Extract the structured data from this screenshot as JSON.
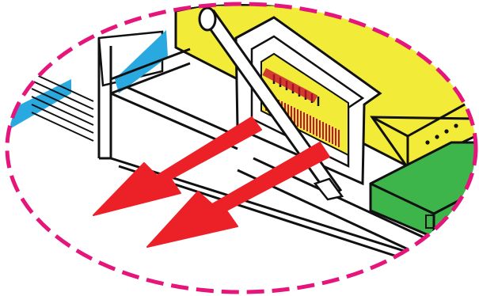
{
  "illustration": {
    "colors": {
      "background": "#ffffff",
      "outline": "#111111",
      "device_body": "#f2ec39",
      "adjacent_board": "#3db54a",
      "arrow": "#ec2027",
      "accent_blue": "#29a9e0",
      "callout_ring": "#e5157b",
      "connector_pins": "#c8102e"
    },
    "elements": [
      "callout-ellipse",
      "device-body",
      "slot-frame",
      "contact-pins",
      "release-lever",
      "adjacent-board",
      "removal-arrow-upper",
      "removal-arrow-lower"
    ]
  }
}
